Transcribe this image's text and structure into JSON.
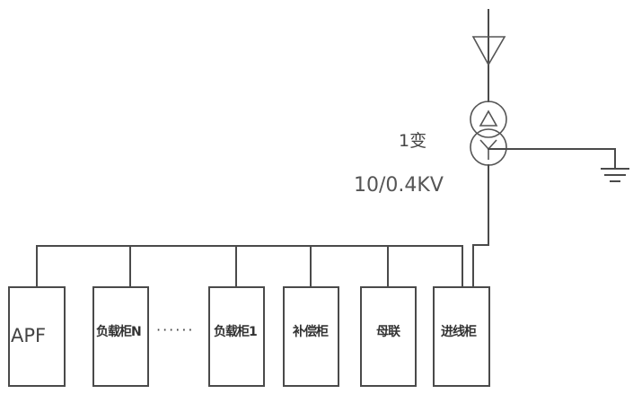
{
  "diagram": {
    "type": "single-line electrical diagram",
    "transformer": {
      "name": "1变",
      "rating": "10/0.4KV",
      "primary_winding": "delta",
      "secondary_winding": "wye-grounded"
    },
    "supply": {
      "symbol": "incoming-arrow"
    },
    "ground": {
      "symbol": "ground"
    },
    "cabinets": [
      {
        "id": "apf",
        "label": "APF"
      },
      {
        "id": "load-n",
        "label": "负载柜N"
      },
      {
        "id": "load-1",
        "label": "负载柜1"
      },
      {
        "id": "compensation",
        "label": "补偿柜"
      },
      {
        "id": "bus-tie",
        "label": "母联"
      },
      {
        "id": "incoming",
        "label": "进线柜"
      }
    ],
    "ellipsis": "······",
    "line_color": "#4a4a4a"
  }
}
